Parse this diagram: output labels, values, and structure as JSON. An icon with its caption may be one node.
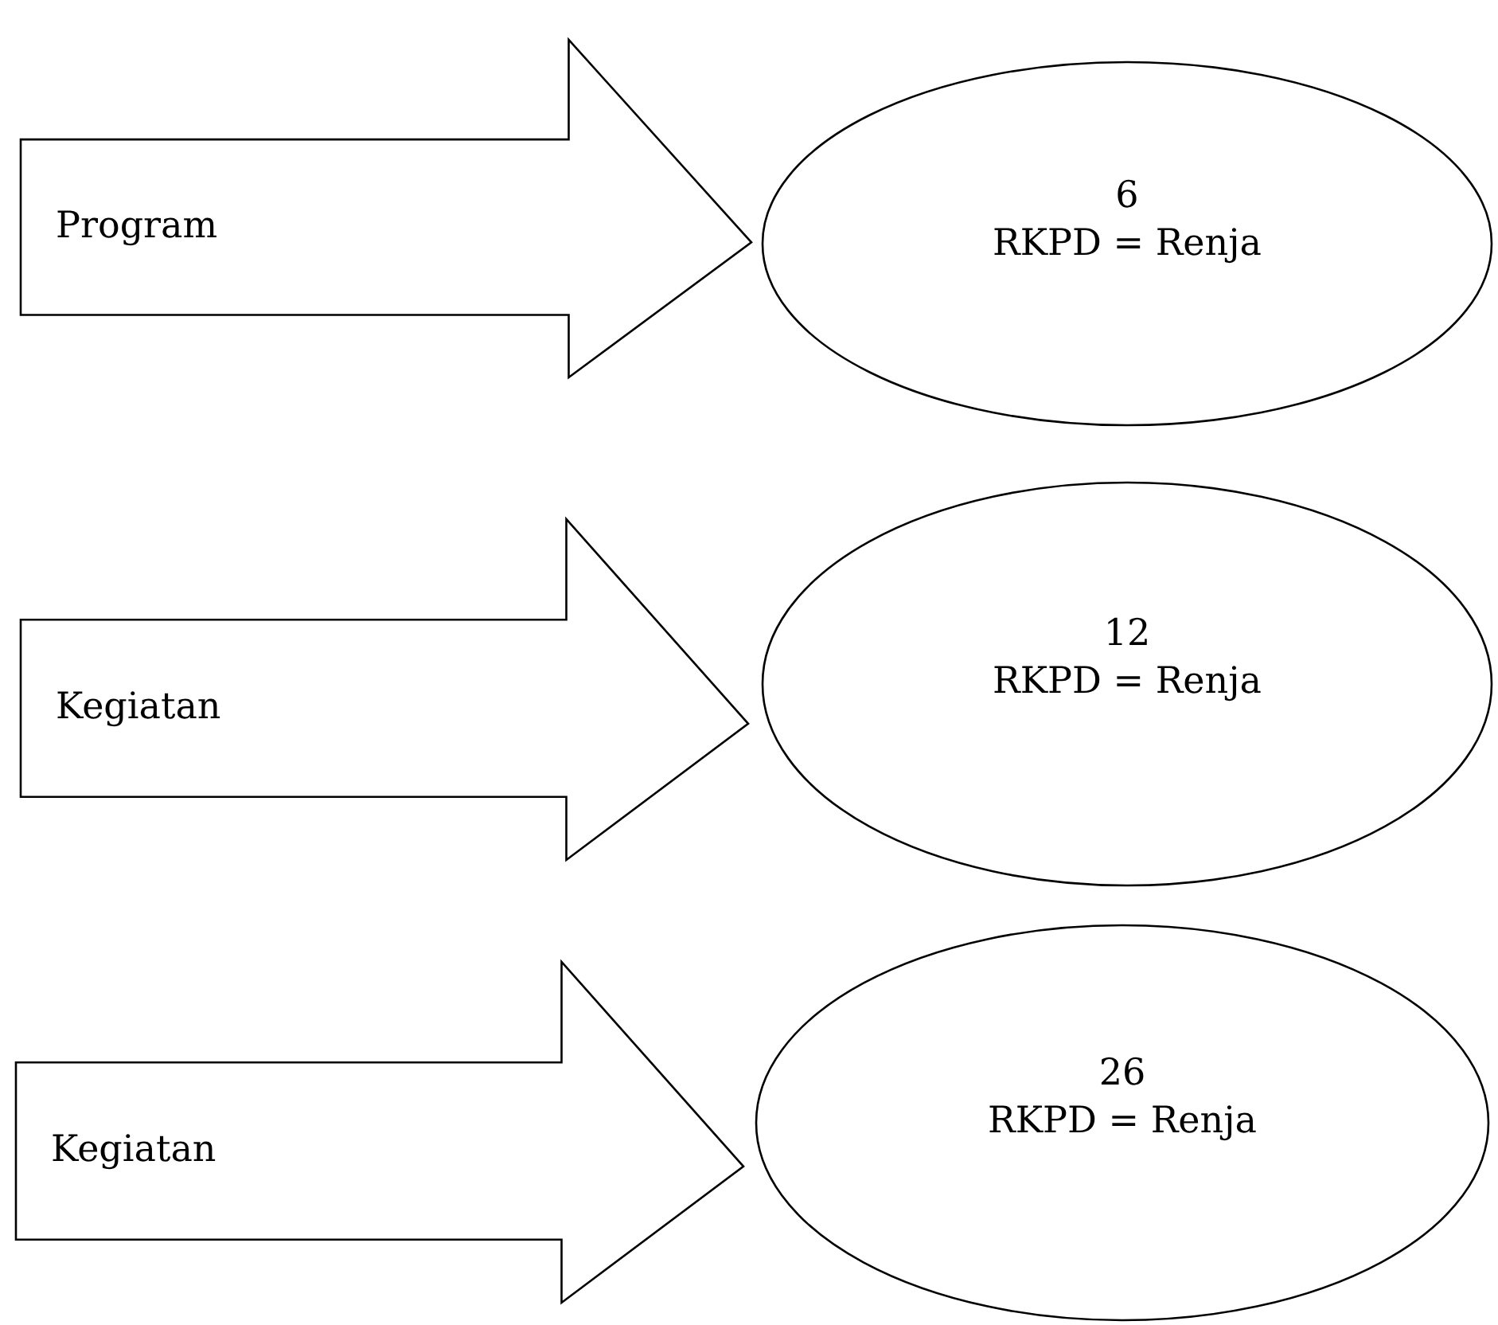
{
  "diagram": {
    "nodes": [
      {
        "text": [
          "Program"
        ]
      },
      {
        "text": [
          "6",
          "RKPD = Renja"
        ]
      },
      {
        "text": [
          "Kegiatan"
        ]
      },
      {
        "text": [
          "12",
          "RKPD = Renja"
        ]
      },
      {
        "text": [
          "Kegiatan"
        ]
      },
      {
        "text": [
          "26",
          "RKPD = Renja"
        ]
      }
    ]
  }
}
